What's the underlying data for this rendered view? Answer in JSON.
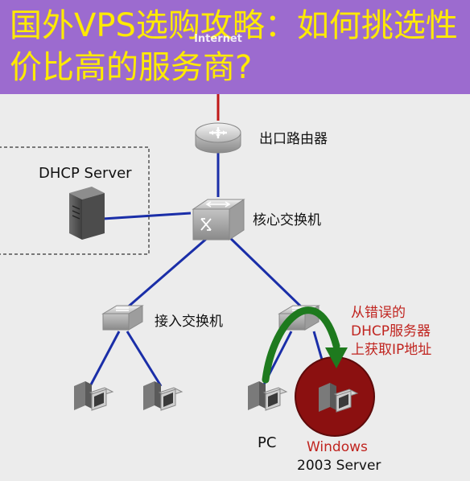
{
  "banner": {
    "title": "国外VPS选购攻略：如何挑选性价比高的服务商?",
    "internet_label": "Internet"
  },
  "nodes": {
    "router": "出口路由器",
    "core_switch": "核心交换机",
    "dhcp_server": "DHCP Server",
    "access_switch": "接入交换机",
    "pc": "PC",
    "windows": "Windows",
    "windows_server": "2003 Server"
  },
  "annotation": {
    "line1": "从错误的",
    "line2": "DHCP服务器",
    "line3": "上获取IP地址"
  },
  "colors": {
    "banner_bg": "#9c6bcf",
    "banner_text": "#ffea00",
    "link": "#1a2ea8",
    "uplink": "#c01818",
    "arrow": "#1e7a1e",
    "rogue_circle": "#8b1010",
    "annotation": "#c0241f"
  }
}
